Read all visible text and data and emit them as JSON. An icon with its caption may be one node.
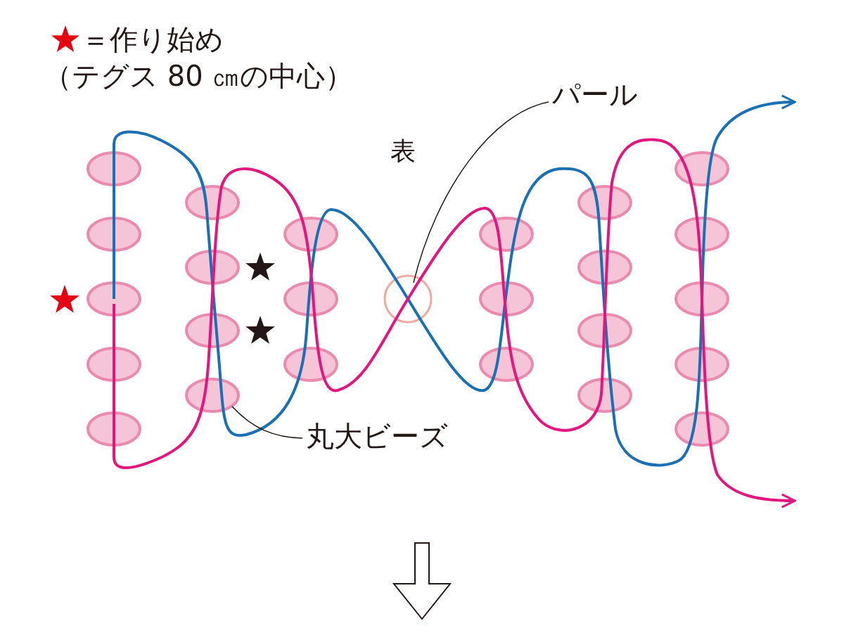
{
  "diagram": {
    "nodes": [
      {
        "text": [
          "パール"
        ]
      },
      {
        "text": [],
        "shape": "circle"
      },
      {
        "text": [
          "丸大ビーズ"
        ]
      },
      {
        "text": [],
        "shape": "ellipse"
      }
    ],
    "edges": [
      {
        "from": 0,
        "to": 1,
        "arrow": "none"
      },
      {
        "from": 2,
        "to": 3,
        "arrow": "none"
      }
    ],
    "labels": [
      "（テグス 80 ㎝の中心）",
      "表"
    ],
    "legend": [
      {
        "text": "＝作り始め",
        "color": "#e60012"
      }
    ]
  }
}
